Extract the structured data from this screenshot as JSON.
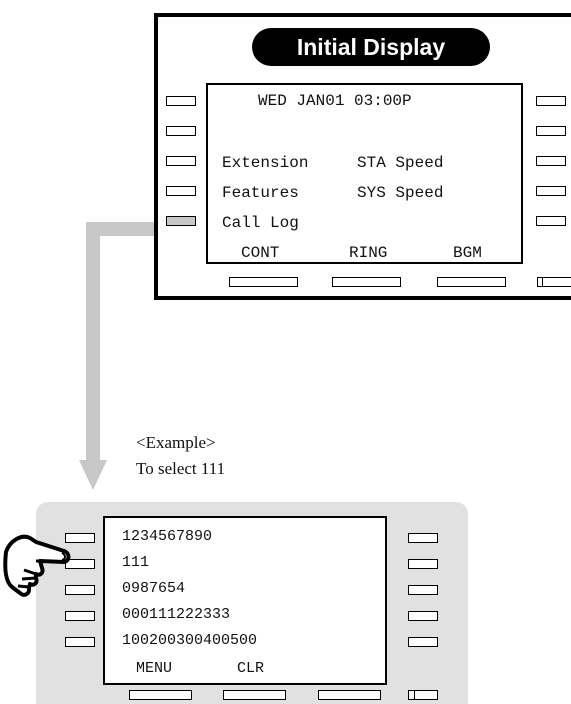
{
  "top_display": {
    "title": "Initial Display",
    "date_line": "WED JAN01 03:00P",
    "rows": [
      {
        "left": "Extension",
        "right": "STA Speed"
      },
      {
        "left": "Features",
        "right": "SYS Speed"
      },
      {
        "left": "Call Log",
        "right": ""
      }
    ],
    "softkeys": [
      "CONT",
      "RING",
      "BGM"
    ]
  },
  "example": {
    "heading": "<Example>",
    "instruction": "To select 111"
  },
  "bottom_display": {
    "rows": [
      "1234567890",
      "111",
      "0987654",
      "000111222333",
      "100200300400500"
    ],
    "softkeys": [
      "MENU",
      "CLR"
    ]
  },
  "colors": {
    "arrow": "#c8c8c8",
    "panel": "#e1e1e1",
    "outline": "#000000"
  },
  "icons": {
    "pointer": "pointing-hand-icon",
    "arrow": "down-arrow-icon"
  }
}
